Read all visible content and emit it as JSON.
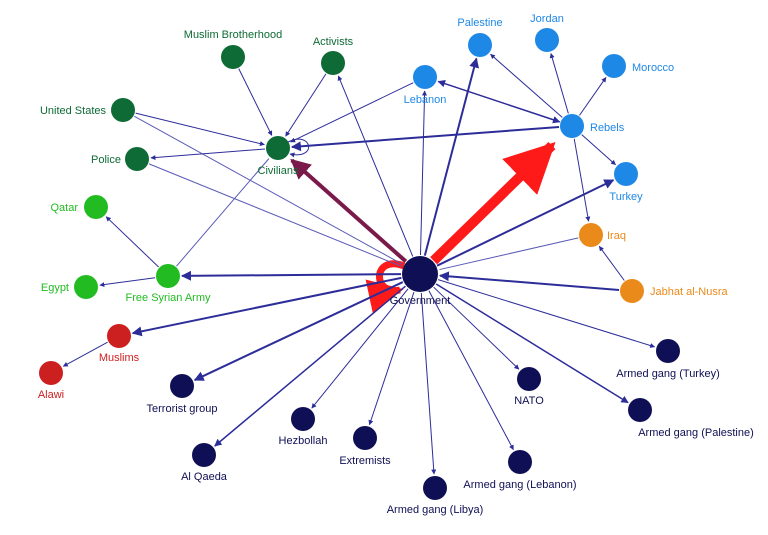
{
  "palette": {
    "navy": "#0f0f55",
    "dark_green": "#0e6b35",
    "green": "#22bb22",
    "blue": "#1e88e6",
    "orange": "#ea8a1a",
    "red": "#cc1f1f",
    "edge": "#2d2d9a",
    "edge_thin": "#5a5ab8",
    "big_red": "#ff1a1a",
    "maroon": "#7a1a4a"
  },
  "nodes": [
    {
      "id": "government",
      "label": "Government",
      "color": "navy",
      "icon": "node-circle"
    },
    {
      "id": "rebels",
      "label": "Rebels",
      "color": "blue",
      "icon": "node-circle"
    },
    {
      "id": "civilians",
      "label": "Civilians",
      "color": "dark_green",
      "icon": "node-circle"
    },
    {
      "id": "muslim-brotherhood",
      "label": "Muslim Brotherhood",
      "color": "dark_green",
      "icon": "node-circle"
    },
    {
      "id": "activists",
      "label": "Activists",
      "color": "dark_green",
      "icon": "node-circle"
    },
    {
      "id": "united-states",
      "label": "United States",
      "color": "dark_green",
      "icon": "node-circle"
    },
    {
      "id": "police",
      "label": "Police",
      "color": "dark_green",
      "icon": "node-circle"
    },
    {
      "id": "qatar",
      "label": "Qatar",
      "color": "green",
      "icon": "node-circle"
    },
    {
      "id": "egypt",
      "label": "Egypt",
      "color": "green",
      "icon": "node-circle"
    },
    {
      "id": "free-syrian-army",
      "label": "Free Syrian Army",
      "color": "green",
      "icon": "node-circle"
    },
    {
      "id": "palestine",
      "label": "Palestine",
      "color": "blue",
      "icon": "node-circle"
    },
    {
      "id": "jordan",
      "label": "Jordan",
      "color": "blue",
      "icon": "node-circle"
    },
    {
      "id": "lebanon",
      "label": "Lebanon",
      "color": "blue",
      "icon": "node-circle"
    },
    {
      "id": "morocco",
      "label": "Morocco",
      "color": "blue",
      "icon": "node-circle"
    },
    {
      "id": "turkey",
      "label": "Turkey",
      "color": "blue",
      "icon": "node-circle"
    },
    {
      "id": "iraq",
      "label": "Iraq",
      "color": "orange",
      "icon": "node-circle"
    },
    {
      "id": "jabhat-al-nusra",
      "label": "Jabhat al-Nusra",
      "color": "orange",
      "icon": "node-circle"
    },
    {
      "id": "muslims",
      "label": "Muslims",
      "color": "red",
      "icon": "node-circle"
    },
    {
      "id": "alawi",
      "label": "Alawi",
      "color": "red",
      "icon": "node-circle"
    },
    {
      "id": "terrorist-group",
      "label": "Terrorist group",
      "color": "navy",
      "icon": "node-circle"
    },
    {
      "id": "al-qaeda",
      "label": "Al Qaeda",
      "color": "navy",
      "icon": "node-circle"
    },
    {
      "id": "hezbollah",
      "label": "Hezbollah",
      "color": "navy",
      "icon": "node-circle"
    },
    {
      "id": "extremists",
      "label": "Extremists",
      "color": "navy",
      "icon": "node-circle"
    },
    {
      "id": "armed-gang-libya",
      "label": "Armed gang (Libya)",
      "color": "navy",
      "icon": "node-circle"
    },
    {
      "id": "armed-gang-lebanon",
      "label": "Armed gang (Lebanon)",
      "color": "navy",
      "icon": "node-circle"
    },
    {
      "id": "nato",
      "label": "NATO",
      "color": "navy",
      "icon": "node-circle"
    },
    {
      "id": "armed-gang-palestine",
      "label": "Armed gang (Palestine)",
      "color": "navy",
      "icon": "node-circle"
    },
    {
      "id": "armed-gang-turkey",
      "label": "Armed gang (Turkey)",
      "color": "navy",
      "icon": "node-circle"
    }
  ],
  "edges": [
    {
      "from": "government",
      "to": "rebels",
      "weight": 10,
      "color": "big_red"
    },
    {
      "from": "government",
      "to": "civilians",
      "weight": 4,
      "color": "maroon"
    },
    {
      "from": "government",
      "to": "government",
      "weight": 7,
      "color": "big_red",
      "loop": true
    },
    {
      "from": "government",
      "to": "free-syrian-army",
      "weight": 2,
      "color": "edge"
    },
    {
      "from": "government",
      "to": "palestine",
      "weight": 2,
      "color": "edge"
    },
    {
      "from": "government",
      "to": "turkey",
      "weight": 2,
      "color": "edge"
    },
    {
      "from": "government",
      "to": "activists",
      "weight": 1,
      "color": "edge"
    },
    {
      "from": "government",
      "to": "lebanon",
      "weight": 1,
      "color": "edge"
    },
    {
      "from": "government",
      "to": "muslims",
      "weight": 2,
      "color": "edge"
    },
    {
      "from": "government",
      "to": "terrorist-group",
      "weight": 2,
      "color": "edge"
    },
    {
      "from": "government",
      "to": "al-qaeda",
      "weight": 1.5,
      "color": "edge"
    },
    {
      "from": "government",
      "to": "hezbollah",
      "weight": 1,
      "color": "edge"
    },
    {
      "from": "government",
      "to": "extremists",
      "weight": 1,
      "color": "edge"
    },
    {
      "from": "government",
      "to": "armed-gang-libya",
      "weight": 1,
      "color": "edge"
    },
    {
      "from": "government",
      "to": "armed-gang-lebanon",
      "weight": 1,
      "color": "edge"
    },
    {
      "from": "government",
      "to": "nato",
      "weight": 1,
      "color": "edge"
    },
    {
      "from": "government",
      "to": "armed-gang-palestine",
      "weight": 1.5,
      "color": "edge"
    },
    {
      "from": "government",
      "to": "armed-gang-turkey",
      "weight": 1,
      "color": "edge"
    },
    {
      "from": "jabhat-al-nusra",
      "to": "government",
      "weight": 2,
      "color": "edge"
    },
    {
      "from": "iraq",
      "to": "government",
      "weight": 1,
      "color": "edge_thin",
      "plain": true
    },
    {
      "from": "united-states",
      "to": "government",
      "weight": 1,
      "color": "edge_thin",
      "plain": true
    },
    {
      "from": "police",
      "to": "government",
      "weight": 1,
      "color": "edge_thin",
      "plain": true
    },
    {
      "from": "rebels",
      "to": "civilians",
      "weight": 2,
      "color": "edge"
    },
    {
      "from": "rebels",
      "to": "lebanon",
      "weight": 1.5,
      "color": "edge",
      "both": true
    },
    {
      "from": "rebels",
      "to": "palestine",
      "weight": 1,
      "color": "edge"
    },
    {
      "from": "rebels",
      "to": "jordan",
      "weight": 1,
      "color": "edge"
    },
    {
      "from": "rebels",
      "to": "morocco",
      "weight": 1,
      "color": "edge"
    },
    {
      "from": "rebels",
      "to": "turkey",
      "weight": 1,
      "color": "edge"
    },
    {
      "from": "rebels",
      "to": "iraq",
      "weight": 1,
      "color": "edge"
    },
    {
      "from": "lebanon",
      "to": "civilians",
      "weight": 1,
      "color": "edge"
    },
    {
      "from": "muslim-brotherhood",
      "to": "civilians",
      "weight": 1,
      "color": "edge"
    },
    {
      "from": "activists",
      "to": "civilians",
      "weight": 1,
      "color": "edge"
    },
    {
      "from": "united-states",
      "to": "civilians",
      "weight": 1,
      "color": "edge"
    },
    {
      "from": "civilians",
      "to": "police",
      "weight": 1,
      "color": "edge"
    },
    {
      "from": "civilians",
      "to": "civilians",
      "weight": 1,
      "color": "edge",
      "loop": true
    },
    {
      "from": "free-syrian-army",
      "to": "civilians",
      "weight": 1,
      "color": "edge_thin",
      "plain": true
    },
    {
      "from": "free-syrian-army",
      "to": "qatar",
      "weight": 1,
      "color": "edge"
    },
    {
      "from": "free-syrian-army",
      "to": "egypt",
      "weight": 1,
      "color": "edge"
    },
    {
      "from": "jabhat-al-nusra",
      "to": "iraq",
      "weight": 1,
      "color": "edge"
    },
    {
      "from": "muslims",
      "to": "alawi",
      "weight": 1,
      "color": "edge"
    }
  ]
}
